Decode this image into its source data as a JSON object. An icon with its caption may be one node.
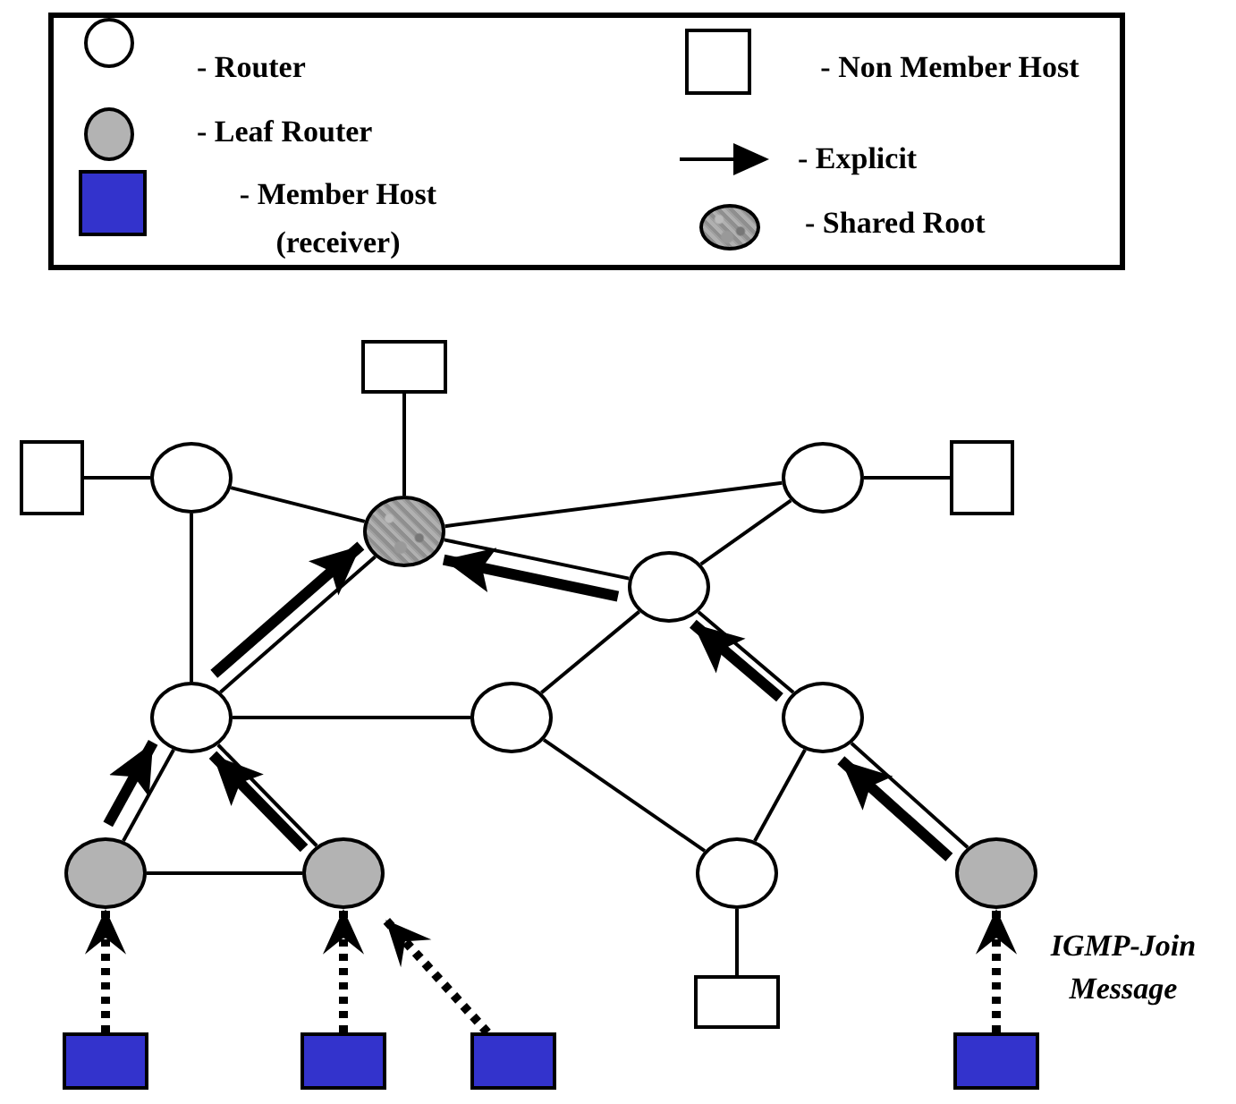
{
  "diagram": {
    "nodes": [
      {
        "text": [],
        "shape": "box"
      },
      {
        "text": [],
        "shape": "box"
      },
      {
        "text": [],
        "shape": "circle"
      },
      {
        "text": [],
        "shape": "circle"
      },
      {
        "text": [],
        "shape": "box"
      },
      {
        "text": [],
        "shape": "circle"
      },
      {
        "text": [],
        "shape": "circle"
      },
      {
        "text": [],
        "shape": "circle"
      },
      {
        "text": [],
        "shape": "circle"
      },
      {
        "text": [],
        "shape": "circle"
      },
      {
        "text": [],
        "shape": "circle"
      },
      {
        "text": [],
        "shape": "circle"
      },
      {
        "text": [],
        "shape": "circle"
      },
      {
        "text": [],
        "shape": "circle"
      },
      {
        "text": [],
        "shape": "box"
      },
      {
        "text": [],
        "shape": "box"
      },
      {
        "text": [],
        "shape": "box"
      },
      {
        "text": [],
        "shape": "box"
      },
      {
        "text": [],
        "shape": "box"
      }
    ],
    "edges": [
      {
        "from": 1,
        "to": 2,
        "arrow": "none"
      },
      {
        "from": 2,
        "to": 5,
        "arrow": "none"
      },
      {
        "from": 0,
        "to": 5,
        "arrow": "none"
      },
      {
        "from": 5,
        "to": 3,
        "arrow": "none"
      },
      {
        "from": 3,
        "to": 4,
        "arrow": "none"
      },
      {
        "from": 3,
        "to": 6,
        "arrow": "none"
      },
      {
        "from": 6,
        "to": 5,
        "arrow": "none"
      },
      {
        "from": 7,
        "to": 5,
        "arrow": "none"
      },
      {
        "from": 2,
        "to": 7,
        "arrow": "none"
      },
      {
        "from": 7,
        "to": 8,
        "arrow": "none"
      },
      {
        "from": 8,
        "to": 6,
        "arrow": "none"
      },
      {
        "from": 9,
        "to": 6,
        "arrow": "none"
      },
      {
        "from": 8,
        "to": 12,
        "arrow": "none"
      },
      {
        "from": 12,
        "to": 9,
        "arrow": "none"
      },
      {
        "from": 12,
        "to": 14,
        "arrow": "none"
      },
      {
        "from": 9,
        "to": 13,
        "arrow": "none"
      },
      {
        "from": 7,
        "to": 10,
        "arrow": "none"
      },
      {
        "from": 7,
        "to": 11,
        "arrow": "none"
      },
      {
        "from": 10,
        "to": 11,
        "arrow": "none"
      },
      {
        "from": 10,
        "to": 7,
        "arrow": "to",
        "style": "thick"
      },
      {
        "from": 11,
        "to": 7,
        "arrow": "to",
        "style": "thick"
      },
      {
        "from": 7,
        "to": 5,
        "arrow": "to",
        "style": "thick"
      },
      {
        "from": 13,
        "to": 9,
        "arrow": "to",
        "style": "thick"
      },
      {
        "from": 9,
        "to": 6,
        "arrow": "to",
        "style": "thick"
      },
      {
        "from": 6,
        "to": 5,
        "arrow": "to",
        "style": "thick"
      },
      {
        "from": 15,
        "to": 10,
        "arrow": "to",
        "style": "dashed"
      },
      {
        "from": 16,
        "to": 11,
        "arrow": "to",
        "style": "dashed"
      },
      {
        "from": 17,
        "to": 11,
        "arrow": "to",
        "style": "dashed"
      },
      {
        "from": 18,
        "to": 13,
        "arrow": "to",
        "style": "dashed",
        "label": "IGMP-Join Message"
      }
    ],
    "legend": [
      {
        "text": "- Router",
        "color": "#ffffff"
      },
      {
        "text": "- Leaf Router",
        "color": "#b3b3b3"
      },
      {
        "text": "- Member Host (receiver)",
        "color": "#3333cc"
      },
      {
        "text": "- Non Member Host",
        "color": "#ffffff"
      },
      {
        "text": "- Explicit"
      },
      {
        "text": "- Shared Root"
      }
    ]
  }
}
